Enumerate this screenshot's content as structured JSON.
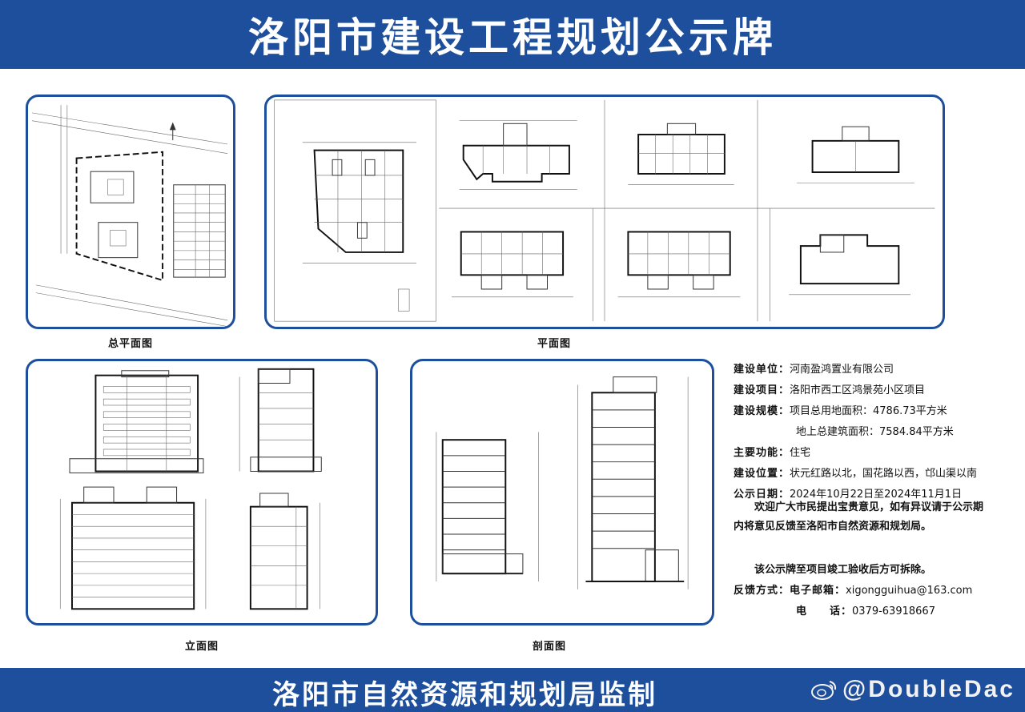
{
  "header": {
    "title": "洛阳市建设工程规划公示牌"
  },
  "footer": {
    "title": "洛阳市自然资源和规划局监制",
    "watermark": "@DoubleDac"
  },
  "captions": {
    "site_plan": "总平面图",
    "floor_plan": "平面图",
    "elevation": "立面图",
    "section": "剖面图"
  },
  "info": {
    "builder_label": "建设单位：",
    "builder_value": "河南盈鸿置业有限公司",
    "project_label": "建设项目：",
    "project_value": "洛阳市西工区鸿景苑小区项目",
    "scale_label": "建设规模：",
    "scale_value_1": "项目总用地面积：4786.73平方米",
    "scale_value_2": "地上总建筑面积：7584.84平方米",
    "function_label": "主要功能：",
    "function_value": "住宅",
    "location_label": "建设位置：",
    "location_value": "状元红路以北，国花路以西，邙山渠以南",
    "date_label": "公示日期：",
    "date_value": "2024年10月22日至2024年11月1日",
    "notice_1": "欢迎广大市民提出宝贵意见，如有异议请于公示期内将意见反馈至洛阳市自然资源和规划局。",
    "notice_2": "该公示牌至项目竣工验收后方可拆除。",
    "feedback_label": "反馈方式：",
    "email_label": "电子邮箱：",
    "email_value": "xigongguihua@163.com",
    "phone_label": "电　　话：",
    "phone_value": "0379-63918667"
  }
}
